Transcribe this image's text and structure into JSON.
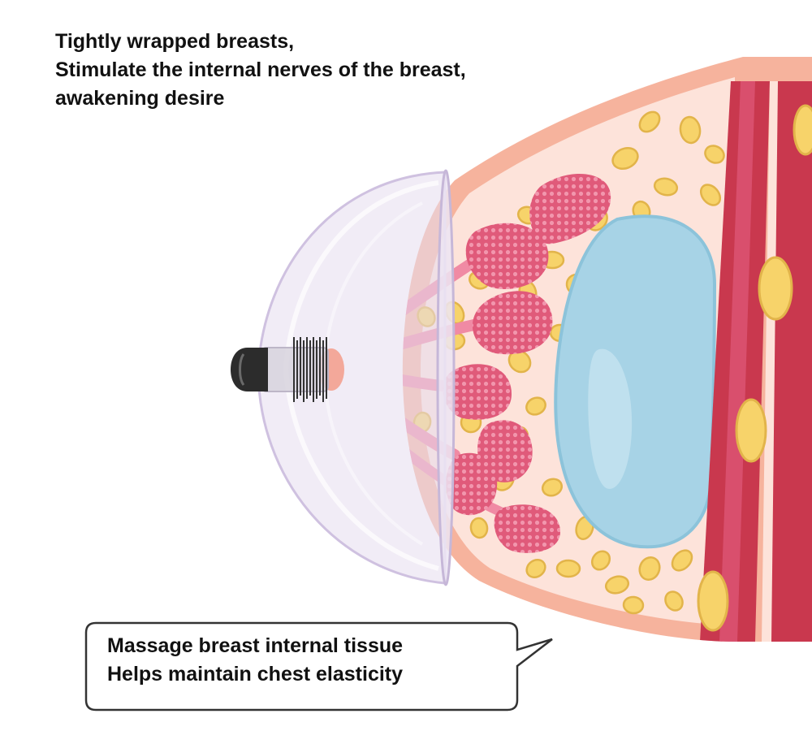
{
  "headline": {
    "line1": "Tightly wrapped breasts,",
    "line2": "Stimulate the internal nerves of the breast,",
    "line3": "awakening desire"
  },
  "callout": {
    "line1": "Massage breast internal tissue",
    "line2": "Helps maintain chest elasticity"
  },
  "colors": {
    "skin": "#f6b39d",
    "tissue": "#fde3da",
    "gland": "#e05a7a",
    "fat": "#f7d36a",
    "implant": "#a7d3e6",
    "muscle": "#c9384e",
    "cup": "#e6dcef",
    "device": "#2c2c2c"
  }
}
